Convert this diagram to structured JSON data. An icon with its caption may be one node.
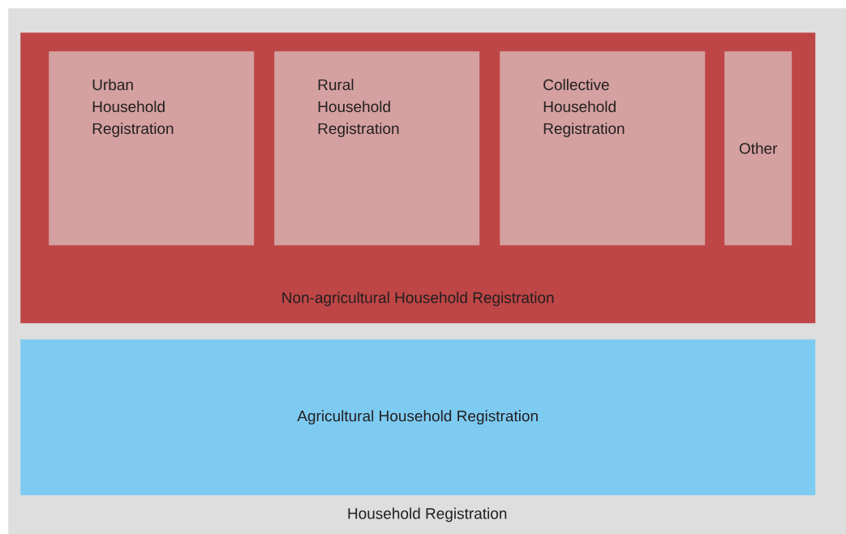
{
  "diagram": {
    "nodes": [
      {
        "text": [
          "Household Registration"
        ]
      },
      {
        "text": [
          "Non-agricultural Household Registration"
        ],
        "in": 0
      },
      {
        "text": [
          "Urban Household Registration"
        ],
        "in": 1
      },
      {
        "text": [
          "Rural Household Registration"
        ],
        "in": 1
      },
      {
        "text": [
          "Collective Household Registration"
        ],
        "in": 1
      },
      {
        "text": [
          "Other"
        ],
        "in": 1
      },
      {
        "text": [
          "Agricultural Household Registration"
        ],
        "in": 0
      }
    ]
  }
}
